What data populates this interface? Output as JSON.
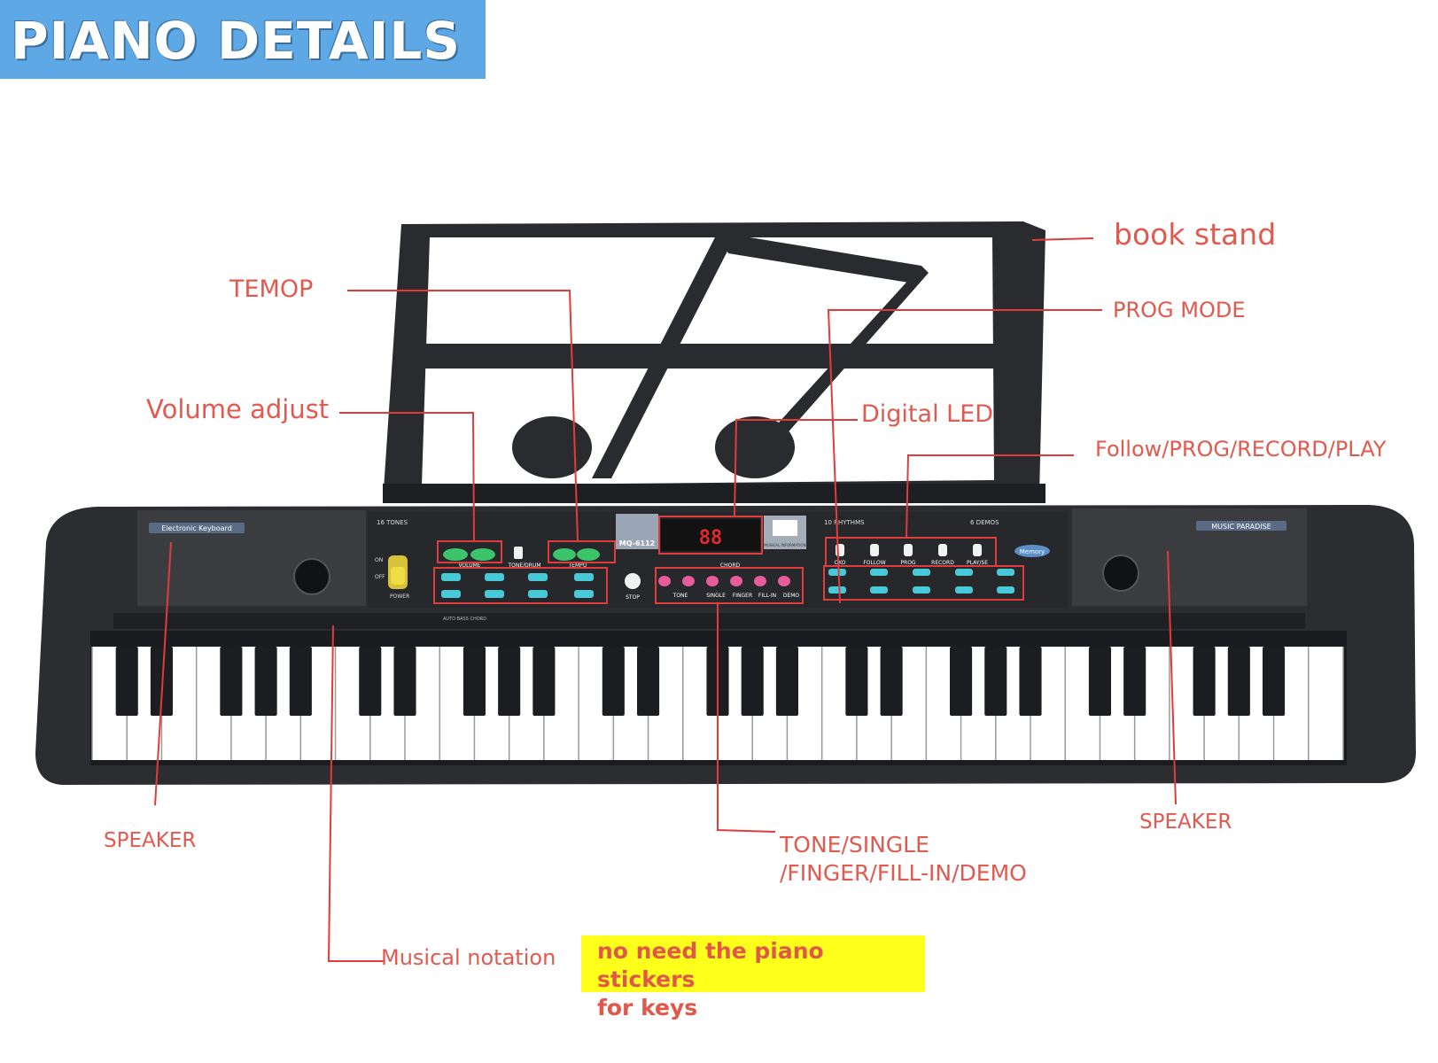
{
  "title": "PIANO DETAILS",
  "labels": {
    "book_stand": "book stand",
    "temop": "TEMOP",
    "prog_mode": "PROG MODE",
    "volume_adjust": "Volume adjust",
    "digital_led": "Digital LED",
    "follow_prog_record_play": "Follow/PROG/RECORD/PLAY",
    "speaker_left": "SPEAKER",
    "speaker_right": "SPEAKER",
    "tone_single_line1": "TONE/SINGLE",
    "tone_single_line2": "/FINGER/FILL-IN/DEMO",
    "musical_notation": "Musical notation"
  },
  "note": {
    "line1": "no need the piano stickers",
    "line2": "for keys"
  },
  "keyboard": {
    "left_badge": "Electronic Keyboard",
    "right_badge": "MUSIC PARADISE",
    "model": "MQ-6112",
    "led_display": "88",
    "tones_header": "16 TONES",
    "rhythms_header": "10 RHYTHMS",
    "demos_header": "6 DEMOS",
    "volume_button": "VOLUME",
    "tempo_button": "TEMPO",
    "tone_drum": "TONE/DRUM",
    "power": "POWER",
    "on": "ON",
    "off": "OFF",
    "stop": "STOP",
    "chord": "CHORD",
    "auto_bass_chord": "AUTO BASS CHORD",
    "musical_information": "MUSICAL INFORMATION",
    "memory": "Memory",
    "func_buttons": [
      "OKO",
      "FOLLOW",
      "PROG",
      "RECORD",
      "PLAY/SE"
    ],
    "chord_labels": [
      "TONE",
      "SINGLE",
      "FINGER",
      "FILL-IN",
      "DEMO"
    ]
  },
  "colors": {
    "banner": "#5fa8e6",
    "label": "#e05a50",
    "leader_line": "#e03c3c",
    "note_bg": "#ffff1c",
    "body": "#2b2d30",
    "button_green": "#3cc46a",
    "button_cyan": "#47c9d8",
    "button_pink": "#e85b9c",
    "button_white": "#f2f2f2",
    "led": "#e02a2a"
  },
  "icons": [
    "music-stand-icon",
    "power-switch-icon",
    "speaker-grille-icon"
  ]
}
